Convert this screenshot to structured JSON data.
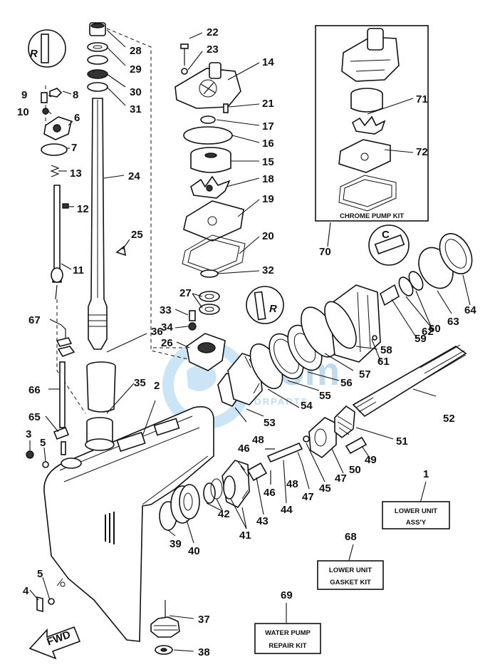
{
  "parts": [
    {
      "id": "p1",
      "n": "1"
    },
    {
      "id": "p2",
      "n": "2"
    },
    {
      "id": "p3",
      "n": "3"
    },
    {
      "id": "p4",
      "n": "4"
    },
    {
      "id": "p5a",
      "n": "5"
    },
    {
      "id": "p5b",
      "n": "5"
    },
    {
      "id": "p6",
      "n": "6"
    },
    {
      "id": "p7",
      "n": "7"
    },
    {
      "id": "p8",
      "n": "8"
    },
    {
      "id": "p9",
      "n": "9"
    },
    {
      "id": "p10",
      "n": "10"
    },
    {
      "id": "p11",
      "n": "11"
    },
    {
      "id": "p12",
      "n": "12"
    },
    {
      "id": "p13",
      "n": "13"
    },
    {
      "id": "p14",
      "n": "14"
    },
    {
      "id": "p15",
      "n": "15"
    },
    {
      "id": "p16",
      "n": "16"
    },
    {
      "id": "p17",
      "n": "17"
    },
    {
      "id": "p18",
      "n": "18"
    },
    {
      "id": "p19",
      "n": "19"
    },
    {
      "id": "p20",
      "n": "20"
    },
    {
      "id": "p21",
      "n": "21"
    },
    {
      "id": "p22",
      "n": "22"
    },
    {
      "id": "p23",
      "n": "23"
    },
    {
      "id": "p24",
      "n": "24"
    },
    {
      "id": "p25",
      "n": "25"
    },
    {
      "id": "p26",
      "n": "26"
    },
    {
      "id": "p27",
      "n": "27"
    },
    {
      "id": "p28",
      "n": "28"
    },
    {
      "id": "p29",
      "n": "29"
    },
    {
      "id": "p30",
      "n": "30"
    },
    {
      "id": "p31",
      "n": "31"
    },
    {
      "id": "p32",
      "n": "32"
    },
    {
      "id": "p33",
      "n": "33"
    },
    {
      "id": "p34",
      "n": "34"
    },
    {
      "id": "p35",
      "n": "35"
    },
    {
      "id": "p36",
      "n": "36"
    },
    {
      "id": "p37",
      "n": "37"
    },
    {
      "id": "p38",
      "n": "38"
    },
    {
      "id": "p39",
      "n": "39"
    },
    {
      "id": "p40",
      "n": "40"
    },
    {
      "id": "p41",
      "n": "41"
    },
    {
      "id": "p42",
      "n": "42"
    },
    {
      "id": "p43",
      "n": "43"
    },
    {
      "id": "p44",
      "n": "44"
    },
    {
      "id": "p45",
      "n": "45"
    },
    {
      "id": "p46a",
      "n": "46"
    },
    {
      "id": "p46b",
      "n": "46"
    },
    {
      "id": "p47a",
      "n": "47"
    },
    {
      "id": "p47b",
      "n": "47"
    },
    {
      "id": "p48a",
      "n": "48"
    },
    {
      "id": "p48b",
      "n": "48"
    },
    {
      "id": "p49",
      "n": "49"
    },
    {
      "id": "p50",
      "n": "50"
    },
    {
      "id": "p51",
      "n": "51"
    },
    {
      "id": "p52",
      "n": "52"
    },
    {
      "id": "p53",
      "n": "53"
    },
    {
      "id": "p54",
      "n": "54"
    },
    {
      "id": "p55",
      "n": "55"
    },
    {
      "id": "p56",
      "n": "56"
    },
    {
      "id": "p57",
      "n": "57"
    },
    {
      "id": "p58",
      "n": "58"
    },
    {
      "id": "p59",
      "n": "59"
    },
    {
      "id": "p60",
      "n": "60"
    },
    {
      "id": "p61",
      "n": "61"
    },
    {
      "id": "p62",
      "n": "62"
    },
    {
      "id": "p63",
      "n": "63"
    },
    {
      "id": "p64",
      "n": "64"
    },
    {
      "id": "p65",
      "n": "65"
    },
    {
      "id": "p66",
      "n": "66"
    },
    {
      "id": "p67",
      "n": "67"
    },
    {
      "id": "p68",
      "n": "68"
    },
    {
      "id": "p69",
      "n": "69"
    },
    {
      "id": "p70",
      "n": "70"
    },
    {
      "id": "p71",
      "n": "71"
    },
    {
      "id": "p72",
      "n": "72"
    }
  ],
  "boxes": {
    "chrome_pump_kit": "CHROME PUMP KIT",
    "lower_unit_line1": "LOWER UNIT",
    "lower_unit_line2": "ASS'Y",
    "gasket_kit_line1": "LOWER UNIT",
    "gasket_kit_line2": "GASKET KIT",
    "water_pump_line1": "WATER PUMP",
    "water_pump_line2": "REPAIR KIT"
  },
  "markers": {
    "fwd": "FWD",
    "r_badge_top": "R",
    "r_badge_mid": "R",
    "c_badge": "C"
  },
  "watermark": {
    "brand": "com",
    "sub": "MOTORPARTS"
  }
}
